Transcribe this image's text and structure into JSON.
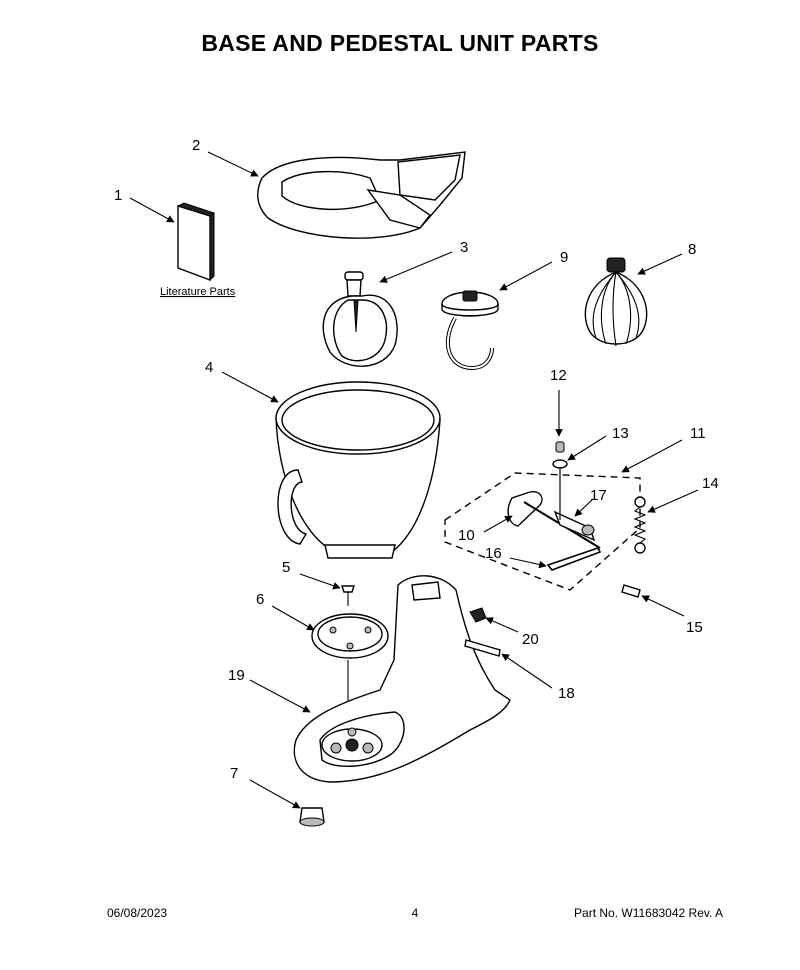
{
  "title": "BASE AND PEDESTAL UNIT PARTS",
  "literature_label": "Literature Parts",
  "callouts": [
    "1",
    "2",
    "3",
    "4",
    "5",
    "6",
    "7",
    "8",
    "9",
    "10",
    "11",
    "12",
    "13",
    "14",
    "15",
    "16",
    "17",
    "18",
    "19",
    "20"
  ],
  "footer": {
    "date": "06/08/2023",
    "page": "4",
    "part_no": "Part No.  W11683042  Rev.  A"
  }
}
